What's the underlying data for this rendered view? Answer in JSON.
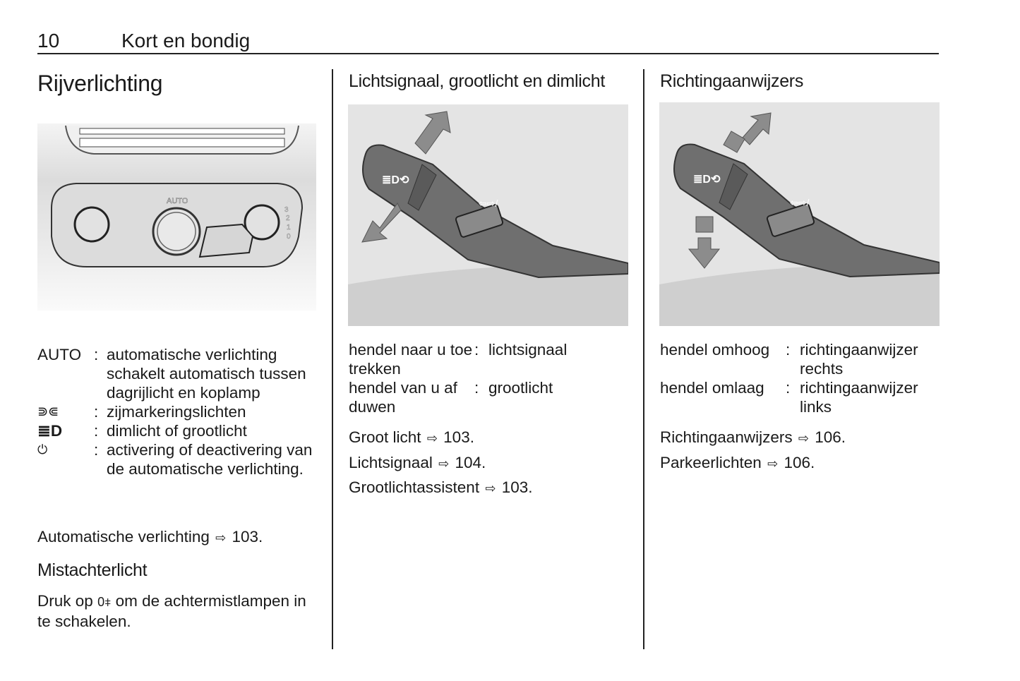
{
  "header": {
    "page_number": "10",
    "section": "Kort en bondig"
  },
  "col1": {
    "title": "Rijverlichting",
    "figure_labels": {
      "auto": "AUTO",
      "scale": [
        "3",
        "2",
        "1",
        "0"
      ]
    },
    "definitions": [
      {
        "term": "AUTO",
        "desc": "automatische verlichting schakelt automatisch tussen dagrijlicht en koplamp"
      },
      {
        "term": "⋑⋐",
        "icon": "side-marker-lights-icon",
        "desc": "zijmarkeringslichten"
      },
      {
        "term": "≣D",
        "icon": "low-high-beam-icon",
        "desc": "dimlicht of grootlicht"
      },
      {
        "term": "⏻",
        "icon": "power-icon",
        "desc": "activering of deactivering van de automatische verlichting."
      }
    ],
    "ref": {
      "text": "Automatische verlichting",
      "page": "103."
    },
    "subtitle": "Mistachterlicht",
    "fog": {
      "before": "Druk op",
      "symbol": "0⧧",
      "after": "om de achtermistlampen in te schakelen."
    }
  },
  "col2": {
    "title": "Lichtsignaal, grootlicht en dimlicht",
    "definitions": [
      {
        "term": "hendel naar u toe trekken",
        "desc": "lichtsignaal"
      },
      {
        "term": "hendel van u af duwen",
        "desc": "grootlicht"
      }
    ],
    "refs": [
      {
        "text": "Groot licht",
        "page": "103."
      },
      {
        "text": "Lichtsignaal",
        "page": "104."
      },
      {
        "text": "Grootlichtassistent",
        "page": "103."
      }
    ]
  },
  "col3": {
    "title": "Richtingaanwijzers",
    "definitions": [
      {
        "term": "hendel omhoog",
        "desc": "richtingaanwijzer rechts"
      },
      {
        "term": "hendel omlaag",
        "desc": "richtingaanwijzer links"
      }
    ],
    "refs": [
      {
        "text": "Richtingaanwijzers",
        "page": "106."
      },
      {
        "text": "Parkeerlichten",
        "page": "106."
      }
    ]
  },
  "ref_arrow": "⇨",
  "colors": {
    "text": "#1a1a1a",
    "figure_bg": "#e6e6e6",
    "lever": "#6f6f6f",
    "arrow": "#8a8a8a"
  }
}
